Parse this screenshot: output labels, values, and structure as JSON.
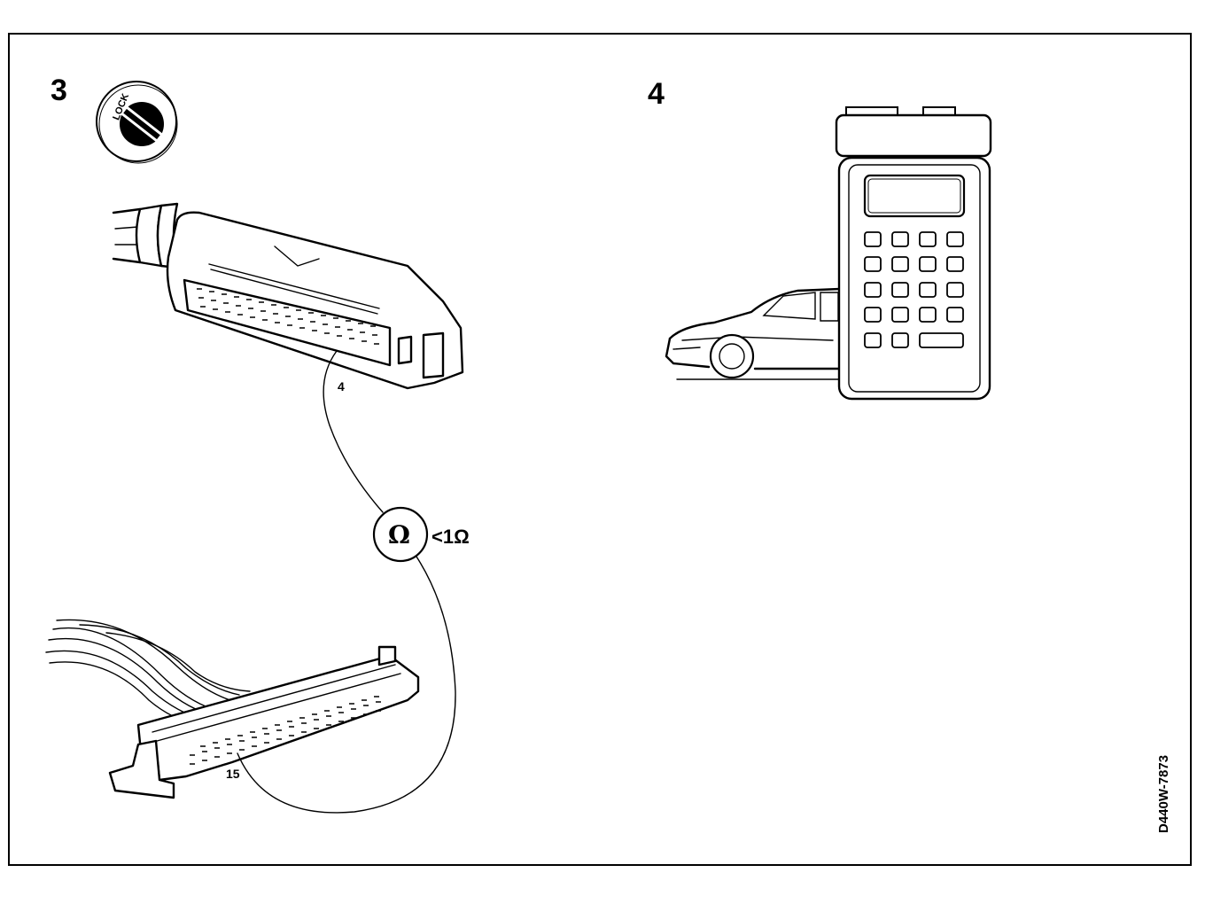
{
  "steps": {
    "step3": {
      "number": "3",
      "lock_label": "LOCK",
      "pin_a": "4",
      "pin_b": "15"
    },
    "step4": {
      "number": "4"
    }
  },
  "meter": {
    "symbol": "Ω",
    "reading": "<1Ω"
  },
  "document": {
    "id": "D440W-7873"
  },
  "colors": {
    "line": "#000000",
    "paper": "#ffffff"
  },
  "icons": [
    "ignition-lock-icon",
    "ecu-connector-icon",
    "harness-connector-icon",
    "ohmmeter-icon",
    "diagnostic-tester-icon",
    "car-icon"
  ]
}
